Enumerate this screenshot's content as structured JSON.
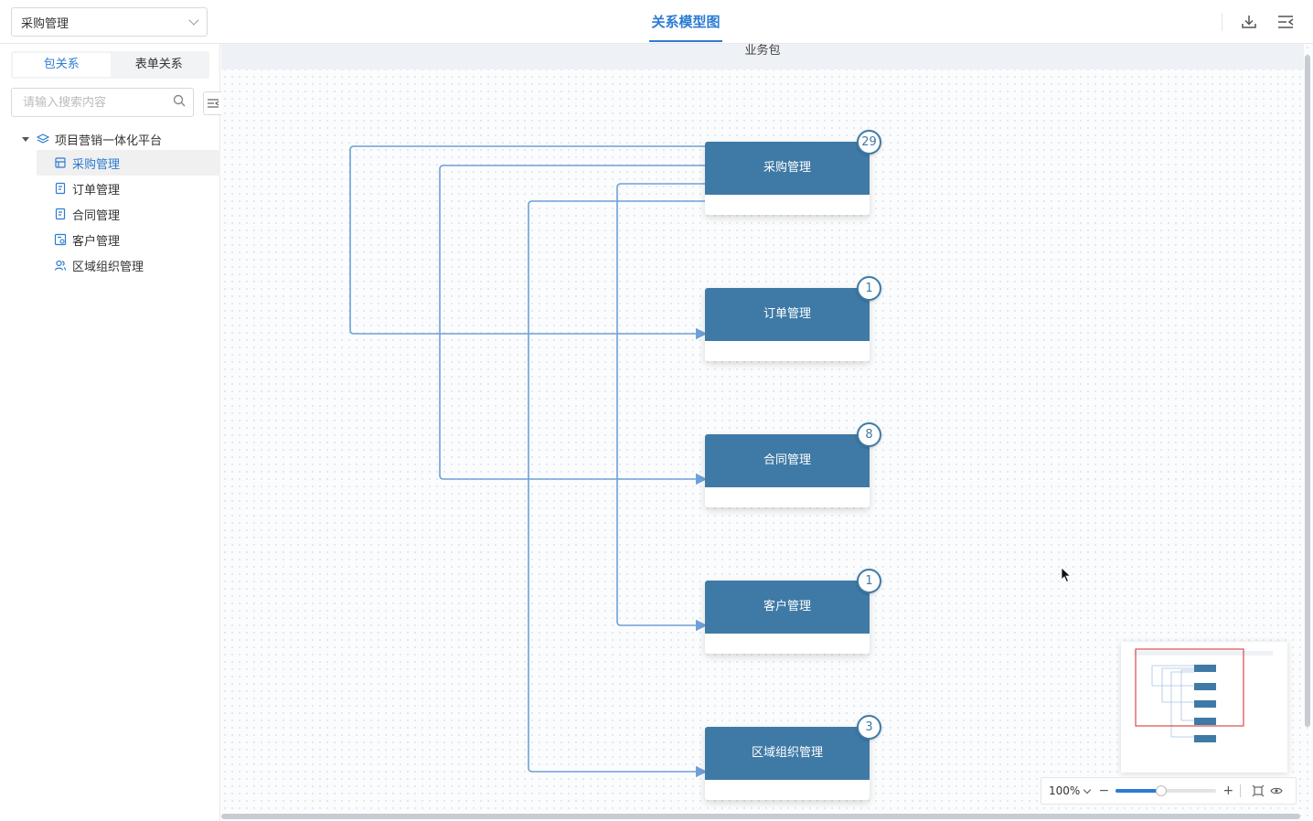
{
  "header": {
    "module_select": "采购管理",
    "title": "关系模型图",
    "icons": [
      "download-icon",
      "collapse-menu-icon"
    ]
  },
  "sidebar": {
    "tabs": [
      {
        "label": "包关系",
        "active": true
      },
      {
        "label": "表单关系",
        "active": false
      }
    ],
    "search": {
      "placeholder": "请输入搜索内容"
    },
    "tree": {
      "root": "项目营销一体化平台",
      "items": [
        {
          "label": "采购管理",
          "selected": true
        },
        {
          "label": "订单管理",
          "selected": false
        },
        {
          "label": "合同管理",
          "selected": false
        },
        {
          "label": "客户管理",
          "selected": false
        },
        {
          "label": "区域组织管理",
          "selected": false
        }
      ]
    }
  },
  "canvas": {
    "package_label": "业务包",
    "nodes": [
      {
        "label": "采购管理",
        "count": "29"
      },
      {
        "label": "订单管理",
        "count": "1"
      },
      {
        "label": "合同管理",
        "count": "8"
      },
      {
        "label": "客户管理",
        "count": "1"
      },
      {
        "label": "区域组织管理",
        "count": "3"
      }
    ],
    "node_color": "#3f7aa6",
    "edge_color": "#6fa0d8"
  },
  "zoom": {
    "value": "100%",
    "level": 0.45,
    "minus": "−",
    "plus": "+"
  },
  "colors": {
    "accent": "#2b7bd3"
  }
}
